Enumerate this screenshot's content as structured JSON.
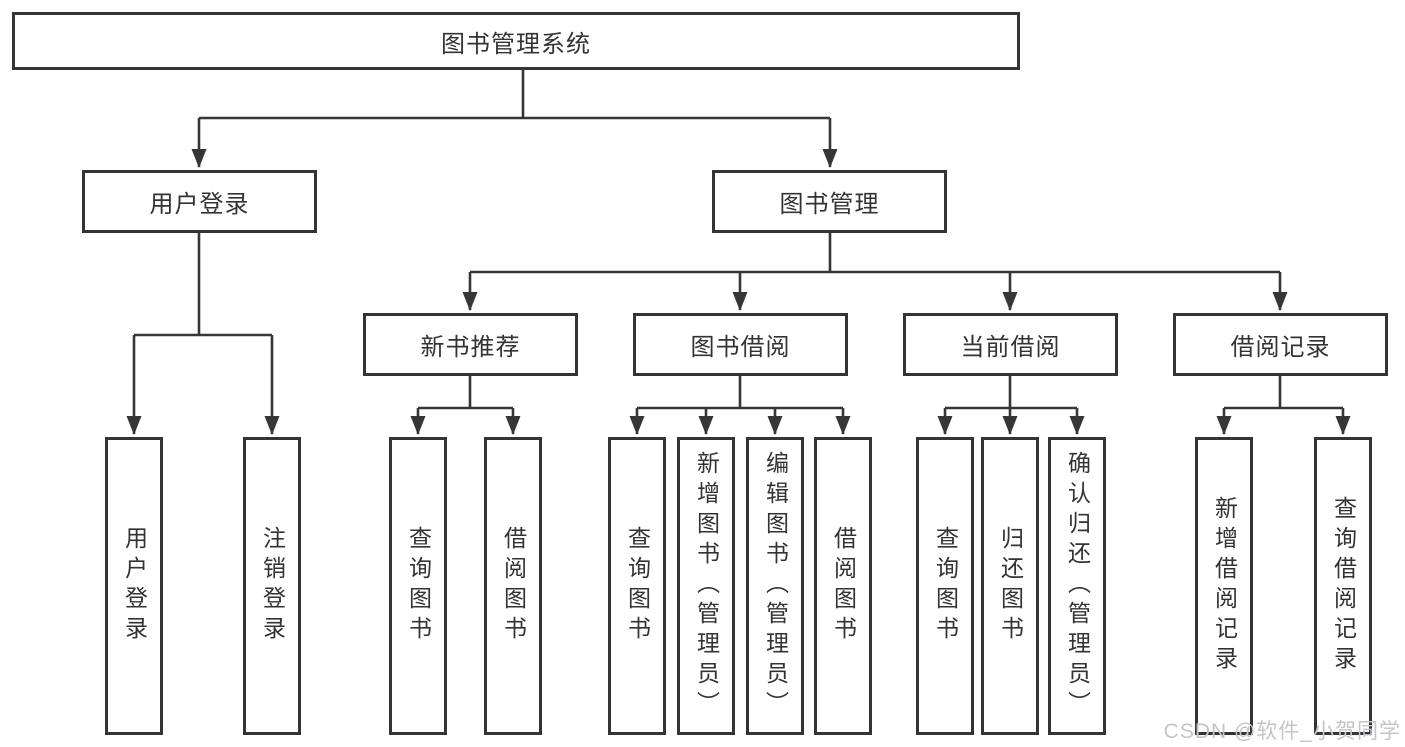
{
  "diagram": {
    "root": {
      "label": "图书管理系统"
    },
    "branches": [
      {
        "label": "用户登录",
        "children": [
          {
            "label": "用户登录"
          },
          {
            "label": "注销登录"
          }
        ]
      },
      {
        "label": "图书管理",
        "children": [
          {
            "label": "新书推荐",
            "children": [
              {
                "label": "查询图书"
              },
              {
                "label": "借阅图书"
              }
            ]
          },
          {
            "label": "图书借阅",
            "children": [
              {
                "label": "查询图书"
              },
              {
                "label": "新增图书（管理员）"
              },
              {
                "label": "编辑图书（管理员）"
              },
              {
                "label": "借阅图书"
              }
            ]
          },
          {
            "label": "当前借阅",
            "children": [
              {
                "label": "查询图书"
              },
              {
                "label": "归还图书"
              },
              {
                "label": "确认归还（管理员）"
              }
            ]
          },
          {
            "label": "借阅记录",
            "children": [
              {
                "label": "新增借阅记录"
              },
              {
                "label": "查询借阅记录"
              }
            ]
          }
        ]
      }
    ],
    "line_color": "#363636",
    "border_color": "#343434",
    "text_color": "#333333"
  },
  "watermark": {
    "text": "CSDN @软件_小贺同学"
  }
}
